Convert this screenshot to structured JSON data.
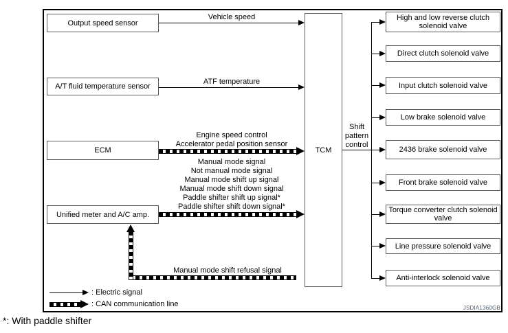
{
  "diagram": {
    "left_boxes": [
      "Output speed sensor",
      "A/T fluid temperature sensor",
      "ECM",
      "Unified meter and A/C amp."
    ],
    "tcm": "TCM",
    "shift_pattern_control": [
      "Shift",
      "pattern",
      "control"
    ],
    "right_boxes": [
      "High and low reverse clutch solenoid valve",
      "Direct clutch solenoid valve",
      "Input clutch solenoid valve",
      "Low brake solenoid valve",
      "2436 brake solenoid valve",
      "Front brake solenoid valve",
      "Torque converter clutch solenoid valve",
      "Line pressure solenoid valve",
      "Anti-interlock solenoid valve"
    ],
    "signal_labels": {
      "vehicle_speed": "Vehicle speed",
      "atf_temperature": "ATF temperature",
      "ecm_can": [
        "Engine speed control",
        "Accelerator pedal position sensor"
      ],
      "meter_can": [
        "Manual mode signal",
        "Not manual mode signal",
        "Manual mode shift up signal",
        "Manual mode shift down signal",
        "Paddle shifter shift up signal*",
        "Paddle shifter shift down signal*"
      ],
      "refusal": "Manual mode shift refusal signal"
    },
    "legend": {
      "electric": ": Electric signal",
      "can": ": CAN communication line"
    },
    "watermark": "JSDIA1360GB",
    "footnote": "*: With paddle shifter",
    "colors": {
      "line": "#000000",
      "box_border": "#595959",
      "watermark_text": "#4c5b68"
    }
  }
}
